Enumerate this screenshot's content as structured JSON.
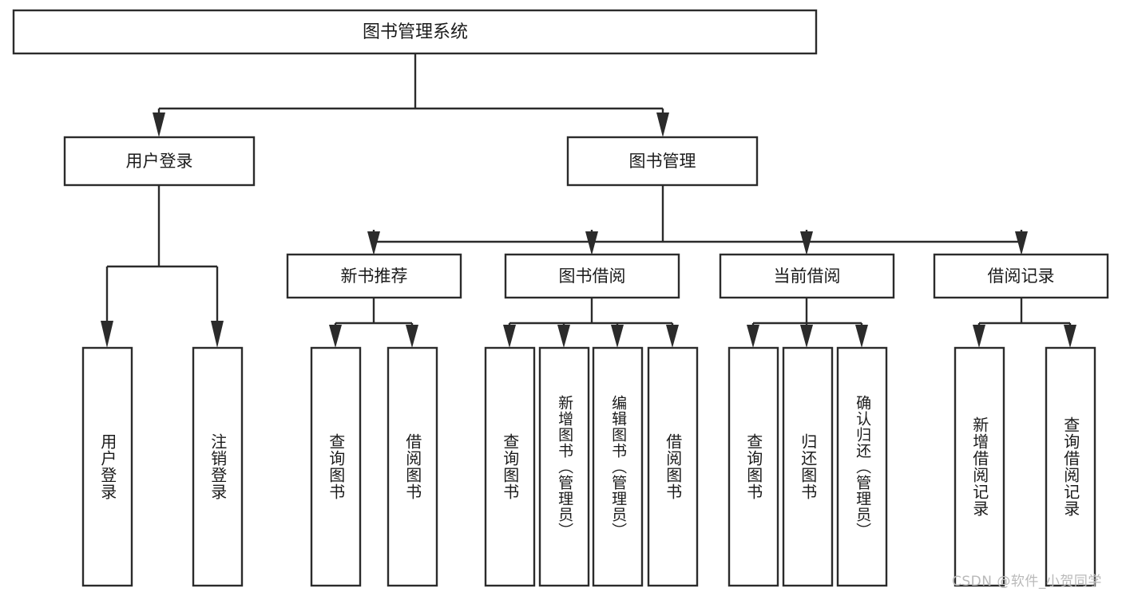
{
  "diagram": {
    "title": "图书管理系统",
    "type": "tree",
    "background_color": "#ffffff",
    "stroke_color": "#2b2b2b",
    "text_color": "#1b1b1b",
    "root": {
      "id": "root",
      "label": "图书管理系统",
      "orientation": "horizontal"
    },
    "level2": [
      {
        "id": "user-login",
        "label": "用户登录",
        "orientation": "horizontal"
      },
      {
        "id": "book-manage",
        "label": "图书管理",
        "orientation": "horizontal"
      }
    ],
    "level3": [
      {
        "id": "new-book-recommend",
        "label": "新书推荐",
        "orientation": "horizontal",
        "parent": "book-manage"
      },
      {
        "id": "book-borrow",
        "label": "图书借阅",
        "orientation": "horizontal",
        "parent": "book-manage"
      },
      {
        "id": "current-borrow",
        "label": "当前借阅",
        "orientation": "horizontal",
        "parent": "book-manage"
      },
      {
        "id": "borrow-record",
        "label": "借阅记录",
        "orientation": "horizontal",
        "parent": "book-manage"
      }
    ],
    "leaves": [
      {
        "id": "leaf-user-login",
        "label": "用户登录",
        "orientation": "vertical",
        "parent": "user-login"
      },
      {
        "id": "leaf-user-logout",
        "label": "注销登录",
        "orientation": "vertical",
        "parent": "user-login"
      },
      {
        "id": "leaf-query-book-1",
        "label": "查询图书",
        "orientation": "vertical",
        "parent": "new-book-recommend"
      },
      {
        "id": "leaf-borrow-book-1",
        "label": "借阅图书",
        "orientation": "vertical",
        "parent": "new-book-recommend"
      },
      {
        "id": "leaf-query-book-2",
        "label": "查询图书",
        "orientation": "vertical",
        "parent": "book-borrow"
      },
      {
        "id": "leaf-add-book",
        "label": "新增图书（管理员）",
        "orientation": "vertical",
        "parent": "book-borrow"
      },
      {
        "id": "leaf-edit-book",
        "label": "编辑图书（管理员）",
        "orientation": "vertical",
        "parent": "book-borrow"
      },
      {
        "id": "leaf-borrow-book-2",
        "label": "借阅图书",
        "orientation": "vertical",
        "parent": "book-borrow"
      },
      {
        "id": "leaf-query-book-3",
        "label": "查询图书",
        "orientation": "vertical",
        "parent": "current-borrow"
      },
      {
        "id": "leaf-return-book",
        "label": "归还图书",
        "orientation": "vertical",
        "parent": "current-borrow"
      },
      {
        "id": "leaf-confirm-return",
        "label": "确认归还（管理员）",
        "orientation": "vertical",
        "parent": "current-borrow"
      },
      {
        "id": "leaf-add-record",
        "label": "新增借阅记录",
        "orientation": "vertical",
        "parent": "borrow-record"
      },
      {
        "id": "leaf-query-record",
        "label": "查询借阅记录",
        "orientation": "vertical",
        "parent": "borrow-record"
      }
    ]
  },
  "watermark": {
    "text": "CSDN @软件_小贺同学",
    "color": "#b9b9b9"
  }
}
